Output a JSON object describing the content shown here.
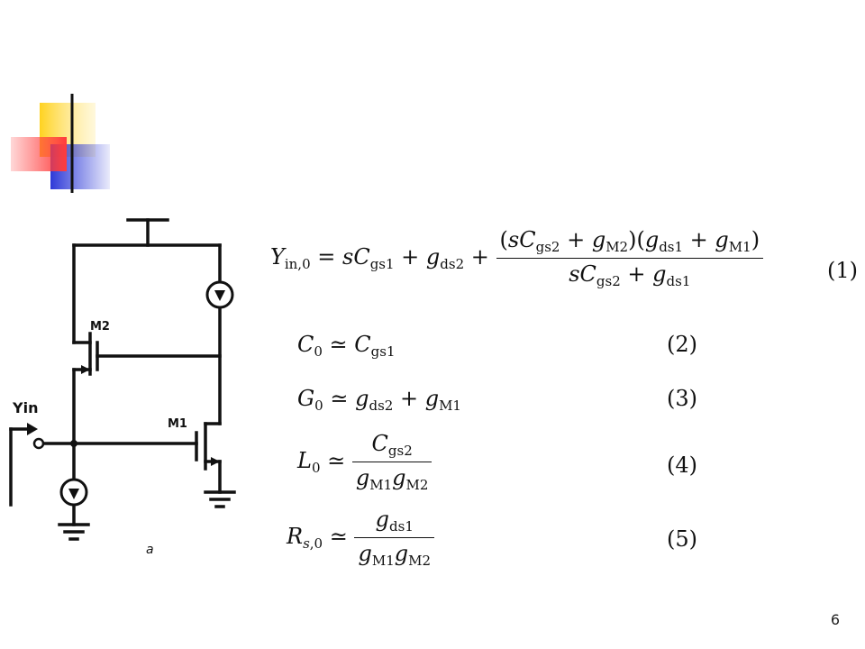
{
  "circuit": {
    "label_m2": "M2",
    "label_m1": "M1",
    "label_yin": "Yin",
    "label_caption": "a"
  },
  "equations": {
    "eq1_number": "(1)",
    "eq2_number": "(2)",
    "eq3_number": "(3)",
    "eq4_number": "(4)",
    "eq5_number": "(5)"
  },
  "page_number": "6",
  "colors": {
    "accent_yellow": "#FFD21F",
    "accent_red": "#FF3B3B",
    "accent_blue": "#2E3AD8"
  }
}
